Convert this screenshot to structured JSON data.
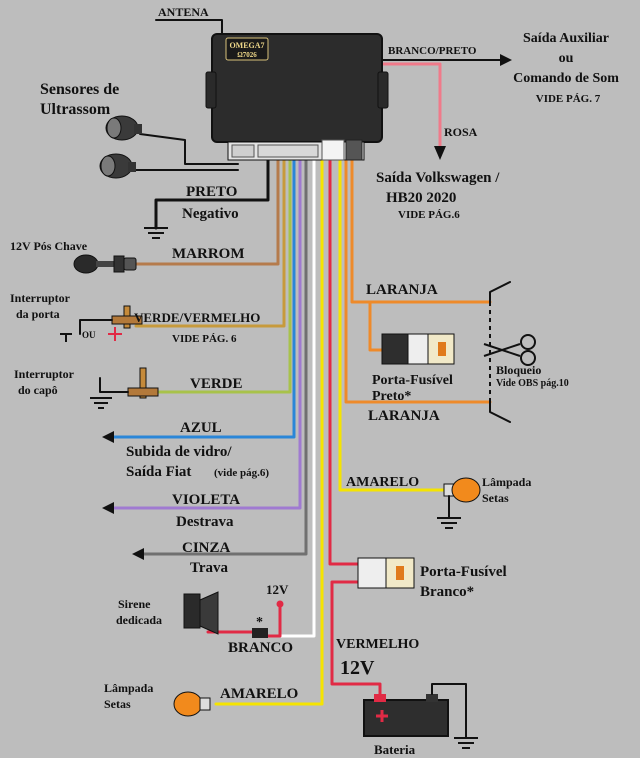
{
  "module": {
    "brand": "OMEGA7",
    "model": "Ω7026"
  },
  "labels": {
    "antena": "ANTENA",
    "branco_preto": "BRANCO/PRETO",
    "saida_aux_1": "Saída Auxiliar",
    "saida_aux_2": "ou",
    "saida_aux_3": "Comando de Som",
    "vide_pag7": "VIDE PÁG. 7",
    "rosa": "ROSA",
    "saida_vw_1": "Saída Volkswagen /",
    "saida_vw_2": "HB20 2020",
    "vide_pag6_a": "VIDE PÁG.6",
    "sensores_1": "Sensores de",
    "sensores_2": "Ultrassom",
    "preto": "PRETO",
    "negativo": "Negativo",
    "pos_chave": "12V Pós Chave",
    "marrom": "MARROM",
    "interruptor_porta_1": "Interruptor",
    "interruptor_porta_2": "da porta",
    "ou": "OU",
    "verde_vermelho": "VERDE/VERMELHO",
    "vide_pag6_b": "VIDE PÁG. 6",
    "interruptor_capo_1": "Interruptor",
    "interruptor_capo_2": "do capô",
    "verde": "VERDE",
    "laranja_top": "LARANJA",
    "laranja_bottom": "LARANJA",
    "porta_fusivel_preto_1": "Porta-Fusível",
    "porta_fusivel_preto_2": "Preto*",
    "bloqueio_1": "Bloqueio",
    "bloqueio_2": "Vide OBS pág.10",
    "azul": "AZUL",
    "subida_vidro_1": "Subida de vidro/",
    "subida_vidro_2": "Saída Fiat",
    "vide_pag6_c": "(vide pág.6)",
    "amarelo_top": "AMARELO",
    "lampada_setas_right_1": "Lâmpada",
    "lampada_setas_right_2": "Setas",
    "violeta": "VIOLETA",
    "destrava": "Destrava",
    "cinza": "CINZA",
    "trava": "Trava",
    "porta_fusivel_branco_1": "Porta-Fusível",
    "porta_fusivel_branco_2": "Branco*",
    "sirene_1": "Sirene",
    "sirene_2": "dedicada",
    "v12_sirene": "12V",
    "asterisk": "*",
    "branco": "BRANCO",
    "vermelho": "VERMELHO",
    "v12_bateria": "12V",
    "lampada_setas_left_1": "Lâmpada",
    "lampada_setas_left_2": "Setas",
    "amarelo_bottom": "AMARELO",
    "bateria": "Bateria"
  },
  "colors": {
    "background": "#bdbdbd",
    "preto": "#111111",
    "marrom": "#b57b4c",
    "verde_vermelho": "#c79a3c",
    "verde": "#a8c24a",
    "azul": "#2a86d8",
    "violeta": "#a07ad1",
    "cinza": "#707070",
    "branco": "#ffffff",
    "vermelho": "#e12a45",
    "amarelo": "#f5e400",
    "laranja": "#ee8a2a",
    "rosa": "#f07a8a",
    "lampada": "#f28a1c"
  }
}
